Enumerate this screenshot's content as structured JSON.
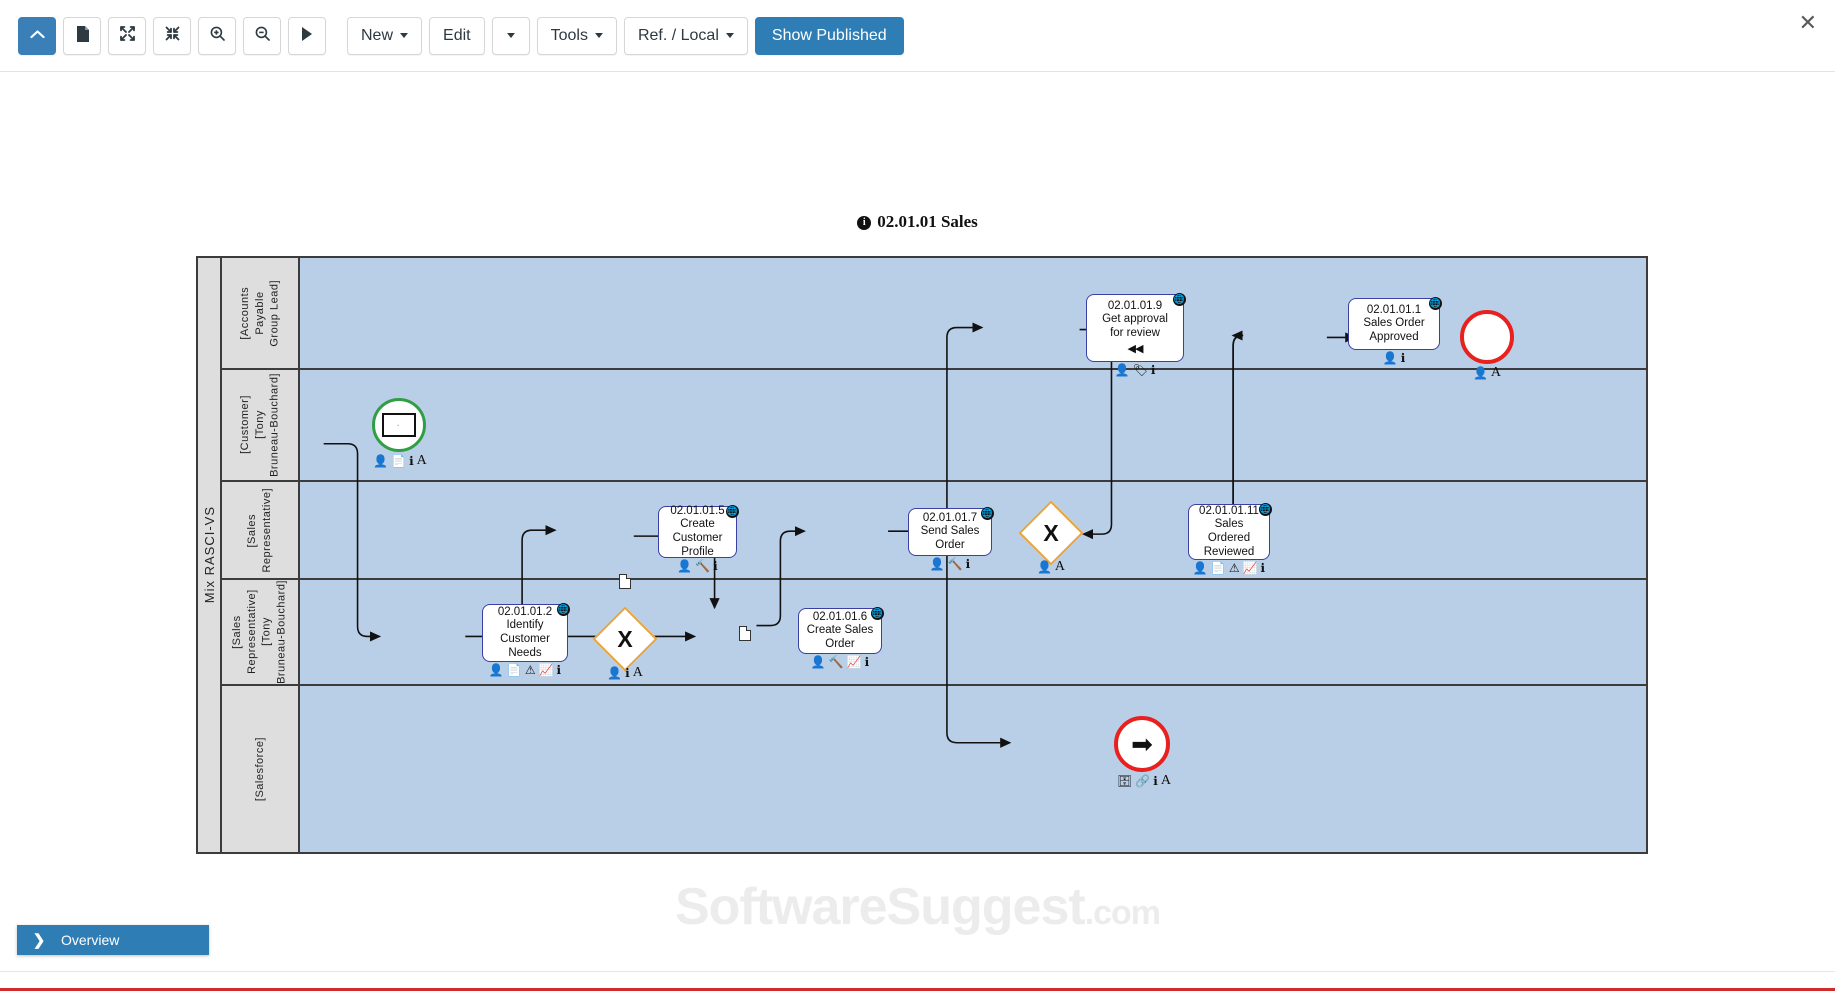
{
  "toolbar": {
    "buttons": [
      {
        "name": "collapse-panel",
        "icon": "chevron-up-icon",
        "glyph": "⌃",
        "label": "",
        "style": "primary"
      },
      {
        "name": "document",
        "icon": "document-icon",
        "glyph": "🗎",
        "label": "",
        "style": "icon"
      },
      {
        "name": "fullscreen",
        "icon": "expand-arrows-icon",
        "glyph": "⤢",
        "label": "",
        "style": "icon"
      },
      {
        "name": "fit-screen",
        "icon": "collapse-arrows-icon",
        "glyph": "⤡",
        "label": "",
        "style": "icon"
      },
      {
        "name": "zoom-in",
        "icon": "zoom-in-icon",
        "glyph": "⌕",
        "label": "",
        "style": "icon"
      },
      {
        "name": "zoom-out",
        "icon": "zoom-out-icon",
        "glyph": "⌕",
        "label": "",
        "style": "icon"
      },
      {
        "name": "play",
        "icon": "play-icon",
        "glyph": "▶",
        "label": "",
        "style": "icon"
      }
    ],
    "new_label": "New",
    "edit_label": "Edit",
    "tools_label": "Tools",
    "ref_local_label": "Ref. / Local",
    "show_published_label": "Show Published",
    "close_glyph": "✕"
  },
  "diagram": {
    "title": "02.01.01 Sales",
    "title_icon": "info-icon",
    "pool_label": "Mix RASCI-VS",
    "lanes": [
      {
        "label": "[Accounts\nPayable\nGroup Lead]"
      },
      {
        "label": "[Customer]\n[Tony\nBruneau-Bouchard]"
      },
      {
        "label": "[Sales\nRepresentative]"
      },
      {
        "label": "[Sales\nRepresentative]\n[Tony\nBruneau-Bouchard]"
      },
      {
        "label": "[Salesforce]"
      }
    ],
    "nodes": {
      "start_event": {
        "type": "start-message-event",
        "icon": "envelope-icon",
        "icons": "person document info A"
      },
      "identify_customer_needs": {
        "id": "02.01.01.2",
        "name": "Identify\nCustomer\nNeeds"
      },
      "gateway_1": {
        "symbol": "X",
        "type": "exclusive-gateway"
      },
      "create_customer_profile": {
        "id": "02.01.01.5",
        "name": "Create\nCustomer\nProfile"
      },
      "create_sales_order": {
        "id": "02.01.01.6",
        "name": "Create Sales\nOrder"
      },
      "send_sales_order": {
        "id": "02.01.01.7",
        "name": "Send Sales\nOrder"
      },
      "gateway_2": {
        "symbol": "X",
        "type": "exclusive-gateway"
      },
      "get_approval_for_review": {
        "id": "02.01.01.9",
        "name": "Get approval\nfor review",
        "marker": "⏪"
      },
      "sales_ordered_reviewed": {
        "id": "02.01.01.11",
        "name": "Sales\nOrdered\nReviewed"
      },
      "sales_order_approved": {
        "id": "02.01.01.1",
        "name": "Sales Order\nApproved"
      },
      "end_event": {
        "type": "end-event"
      },
      "salesforce_event": {
        "type": "end-link-event",
        "glyph": "➡"
      }
    }
  },
  "overview": {
    "label": "Overview",
    "chevron": "❯"
  },
  "watermark": {
    "text": "SoftwareSuggest",
    "suffix": ".com"
  },
  "colors": {
    "accent": "#2e7db5",
    "lane_fill": "#b9cfe7",
    "lane_header": "#dedede",
    "task_border": "#3b3fa0",
    "gateway_border": "#e8a33d",
    "start_event": "#2f9e44",
    "end_event": "#e8201e",
    "bottom_rule": "#cf2d2d"
  }
}
